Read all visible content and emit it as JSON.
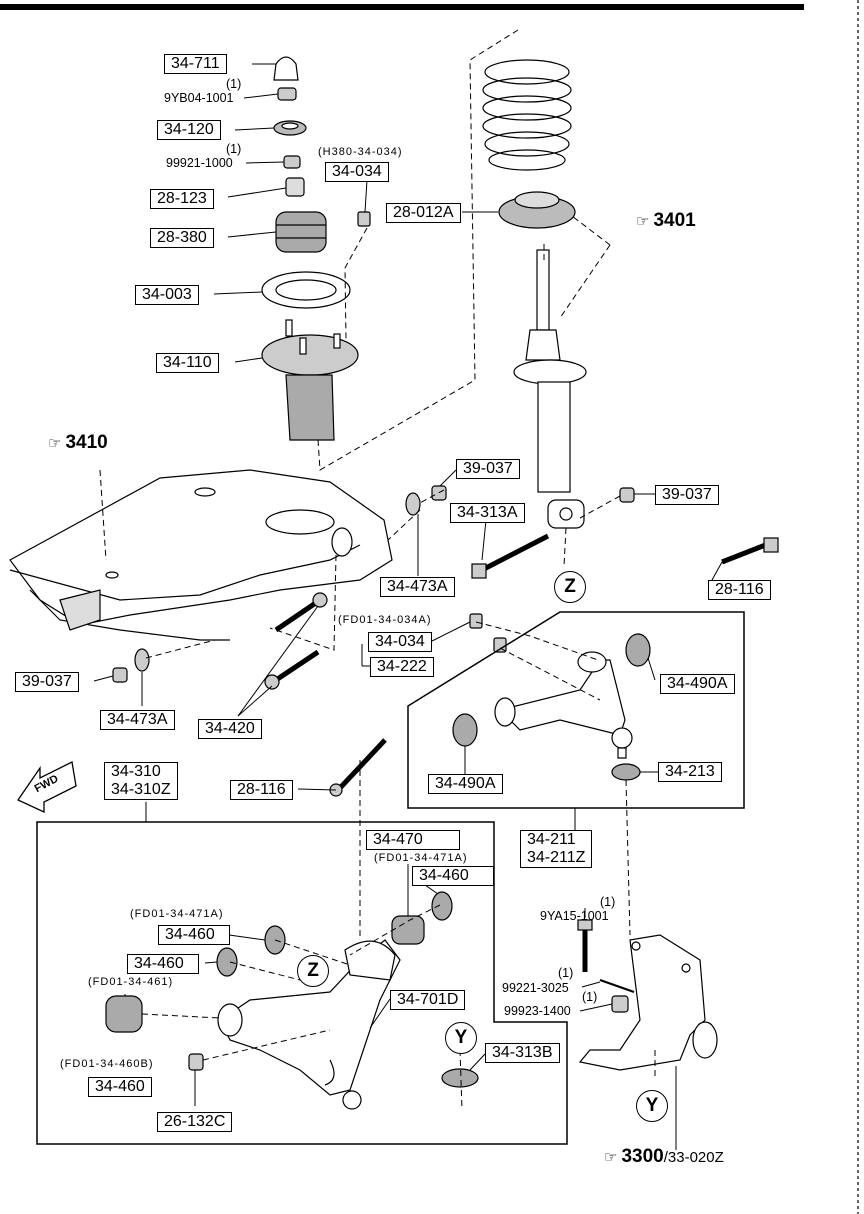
{
  "labels": {
    "p34_711": "34-711",
    "q1_a": "(1)",
    "p9YB04": "9YB04-1001",
    "p34_120": "34-120",
    "q1_b": "(1)",
    "p99921": "99921-1000",
    "h380": "(H380-34-034)",
    "p34_034_top": "34-034",
    "p28_123": "28-123",
    "p28_012A": "28-012A",
    "p28_380": "28-380",
    "p34_003": "34-003",
    "p34_110": "34-110",
    "p39_037_a": "39-037",
    "p39_037_b": "39-037",
    "p34_313A": "34-313A",
    "p34_473A_a": "34-473A",
    "p28_116_a": "28-116",
    "fd01_34_034A": "(FD01-34-034A)",
    "p34_034_mid": "34-034",
    "p34_222": "34-222",
    "p34_490A_a": "34-490A",
    "p39_037_c": "39-037",
    "p34_473A_b": "34-473A",
    "p34_420": "34-420",
    "p34_310": "34-310",
    "p34_310Z": "34-310Z",
    "p28_116_b": "28-116",
    "p34_490A_b": "34-490A",
    "p34_213": "34-213",
    "fwd": "FWD",
    "p34_470": "34-470",
    "fd01_34_471A_a": "(FD01-34-471A)",
    "p34_460_a": "34-460",
    "p34_211": "34-211",
    "p34_211Z": "34-211Z",
    "fd01_34_471A_b": "(FD01-34-471A)",
    "p34_460_b": "34-460",
    "p34_460_c": "34-460",
    "fd01_34_461": "(FD01-34-461)",
    "q1_c": "(1)",
    "p9YA15": "9YA15-1001",
    "q1_d": "(1)",
    "p99221": "99221-3025",
    "q1_e": "(1)",
    "p99923": "99923-1400",
    "p34_701D": "34-701D",
    "p34_313B": "34-313B",
    "fd01_34_460B": "(FD01-34-460B)",
    "p34_460_d": "34-460",
    "p26_132C": "26-132C"
  },
  "refs": {
    "r3401": "3401",
    "r3410": "3410",
    "r3300": "3300",
    "r3300_sub": "/33-020Z"
  },
  "callouts": {
    "z": "Z",
    "y": "Y"
  }
}
